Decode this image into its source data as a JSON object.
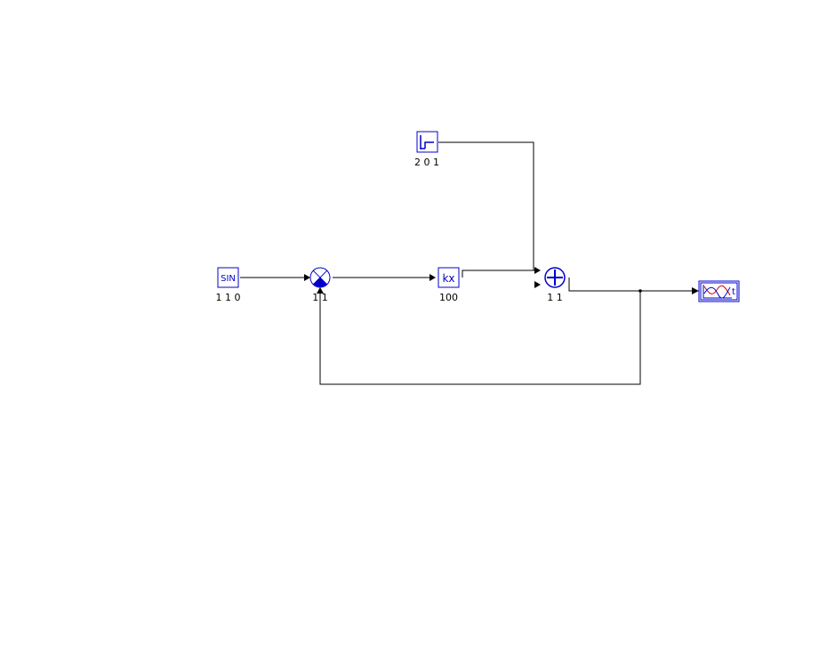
{
  "colors": {
    "block_border": "#0000cc",
    "block_fill": "#ffffff",
    "block_glyph": "#0000cc",
    "wire": "#000000",
    "scope_trace": "#cc0000",
    "background": "#ffffff"
  },
  "blocks": {
    "sine": {
      "icon": "sine-source-icon",
      "glyph": "SIN",
      "label": "1 1 0"
    },
    "step": {
      "icon": "step-source-icon",
      "glyph": "",
      "label": "2 0 1"
    },
    "comparator": {
      "icon": "multiplier-circle-icon",
      "glyph": "",
      "label": "1 1"
    },
    "gain": {
      "icon": "gain-icon",
      "glyph": "kx",
      "label": "100"
    },
    "summer": {
      "icon": "summation-circle-icon",
      "glyph": "+",
      "label": "1 1"
    },
    "scope": {
      "icon": "scope-display-icon",
      "glyph": "t",
      "label": ""
    }
  }
}
